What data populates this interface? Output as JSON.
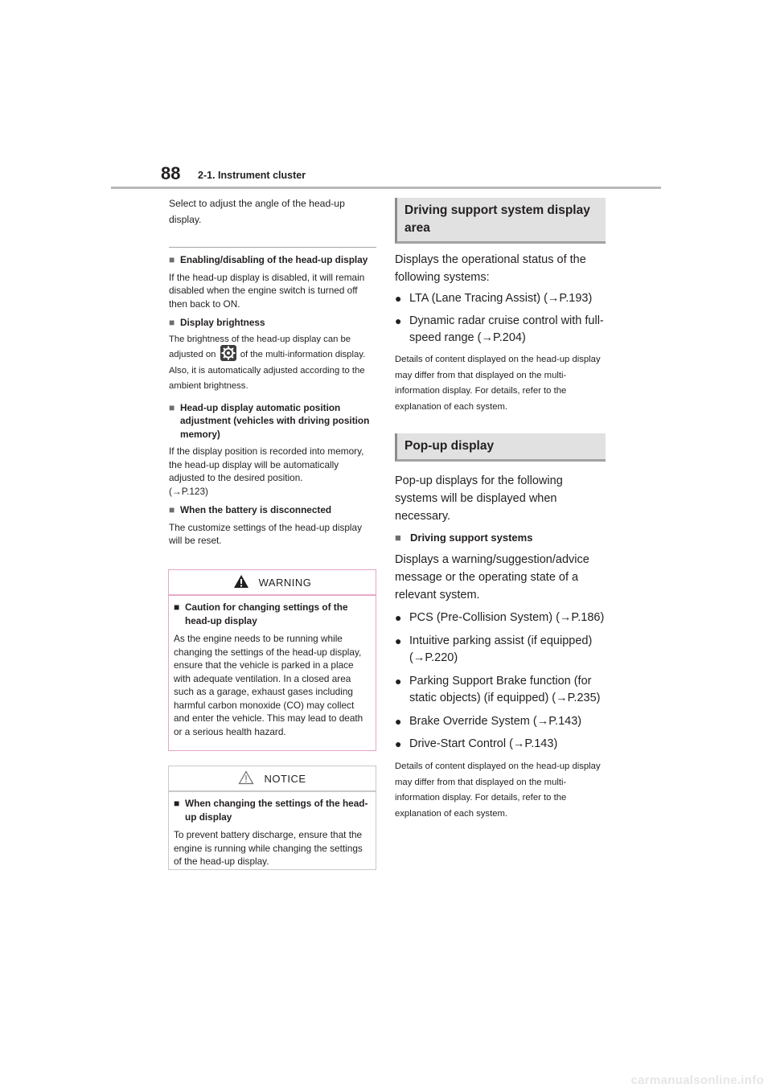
{
  "header": {
    "page_number": "88",
    "section": "2-1. Instrument cluster"
  },
  "left": {
    "intro": "Select to adjust the angle of the head-up display.",
    "s1_title": "Enabling/disabling of the head-up display",
    "s1_text": "If the head-up display is disabled, it will remain disabled when the engine switch is turned off then back to ON.",
    "s2_title": "Display brightness",
    "s2_text_a": "The brightness of the head-up display can be adjusted on",
    "s2_text_b": "of the multi-information display. Also, it is automatically adjusted according to the ambient brightness.",
    "s3_title": "Head-up display automatic position adjustment (vehicles with driving position memory)",
    "s3_text": "If the display position is recorded into memory, the head-up display will be automatically adjusted to the desired position.",
    "s3_ref": "(→P.123)",
    "s4_title": "When the battery is disconnected",
    "s4_text": "The customize settings of the head-up display will be reset."
  },
  "warning": {
    "title": "WARNING",
    "sub_title": "Caution for changing settings of the head-up display",
    "text": "As the engine needs to be running while changing the settings of the head-up display, ensure that the vehicle is parked in a place with adequate ventilation. In a closed area such as a garage, exhaust gases including harmful carbon monoxide (CO) may collect and enter the vehicle. This may lead to death or a serious health hazard."
  },
  "notice": {
    "title": "NOTICE",
    "sub_title": "When changing the settings of the head-up display",
    "text": "To prevent battery discharge, ensure that the engine is running while changing the settings of the head-up display."
  },
  "right": {
    "h1": "Driving support system display area",
    "p1": "Displays the operational status of the following systems:",
    "b1": "LTA (Lane Tracing Assist) (→P.193)",
    "b2": "Dynamic radar cruise control with full-speed range (→P.204)",
    "note1": "Details of content displayed on the head-up display may differ from that displayed on the multi-information display. For details, refer to the explanation of each system.",
    "h2": "Pop-up display",
    "p2": "Pop-up displays for the following systems will be displayed when necessary.",
    "sub": "Driving support systems",
    "p3": "Displays a warning/suggestion/advice message or the operating state of a relevant system.",
    "b3": "PCS (Pre-Collision System) (→P.186)",
    "b4": "Intuitive parking assist (if equipped) (→P.220)",
    "b5": "Parking Support Brake function (for static objects) (if equipped) (→P.235)",
    "b6": "Brake Override System (→P.143)",
    "b7": "Drive-Start Control (→P.143)",
    "note2": "Details of content displayed on the head-up display may differ from that displayed on the multi-information display. For details, refer to the explanation of each system."
  },
  "footer": "carmanualsonline.info",
  "colors": {
    "warning_border": "#e6a6c6",
    "warning_icon": "#231f20",
    "notice_border": "#c9c9c9",
    "section_head_bg": "#e1e1e2"
  }
}
